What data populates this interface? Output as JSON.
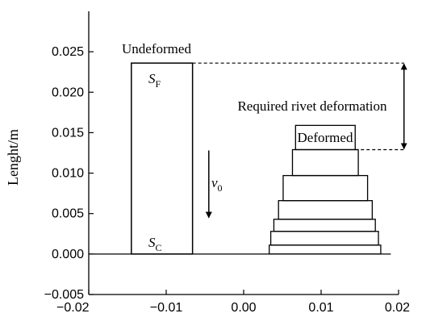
{
  "chart_data": {
    "type": "diagram",
    "ylabel": "Lenght/m",
    "xlim": [
      -0.02,
      0.02
    ],
    "ylim": [
      -0.005,
      0.03
    ],
    "x_ticks": [
      -0.02,
      -0.01,
      0.0,
      0.01,
      0.02
    ],
    "x_tick_labels": [
      "−0.02",
      "−0.01",
      "0.00",
      "0.01",
      "0.02"
    ],
    "y_ticks": [
      -0.005,
      0.0,
      0.005,
      0.01,
      0.015,
      0.02,
      0.025
    ],
    "y_tick_labels": [
      "−0.005",
      "0.000",
      "0.005",
      "0.010",
      "0.015",
      "0.020",
      "0.025"
    ],
    "undeformed_rivet": {
      "label": "Undeformed",
      "x_left": -0.0145,
      "x_right": -0.0066,
      "y_bottom": 0.0,
      "y_top": 0.0236,
      "top_label": {
        "main": "S",
        "sub": "F"
      },
      "bottom_label": {
        "main": "S",
        "sub": "C"
      }
    },
    "deformed_rivet": {
      "label": "Deformed",
      "layers": [
        {
          "x_left": 0.0033,
          "x_right": 0.0177,
          "y_bottom": 0.0,
          "y_top": 0.0011
        },
        {
          "x_left": 0.0035,
          "x_right": 0.0174,
          "y_bottom": 0.0011,
          "y_top": 0.0028
        },
        {
          "x_left": 0.0039,
          "x_right": 0.017,
          "y_bottom": 0.0028,
          "y_top": 0.0043
        },
        {
          "x_left": 0.0045,
          "x_right": 0.0166,
          "y_bottom": 0.0043,
          "y_top": 0.0066
        },
        {
          "x_left": 0.0051,
          "x_right": 0.016,
          "y_bottom": 0.0066,
          "y_top": 0.0097
        },
        {
          "x_left": 0.0063,
          "x_right": 0.0148,
          "y_bottom": 0.0097,
          "y_top": 0.0129
        },
        {
          "x_left": 0.0067,
          "x_right": 0.0144,
          "y_bottom": 0.0129,
          "y_top": 0.0159
        }
      ]
    },
    "velocity_arrow": {
      "label": {
        "main": "v",
        "sub": "0"
      },
      "x": -0.0045,
      "y_start": 0.0128,
      "y_end": 0.0045
    },
    "deformation_annotation": {
      "label": "Required rivet deformation",
      "x": 0.0207,
      "y_top": 0.0236,
      "y_bottom": 0.0129
    }
  }
}
